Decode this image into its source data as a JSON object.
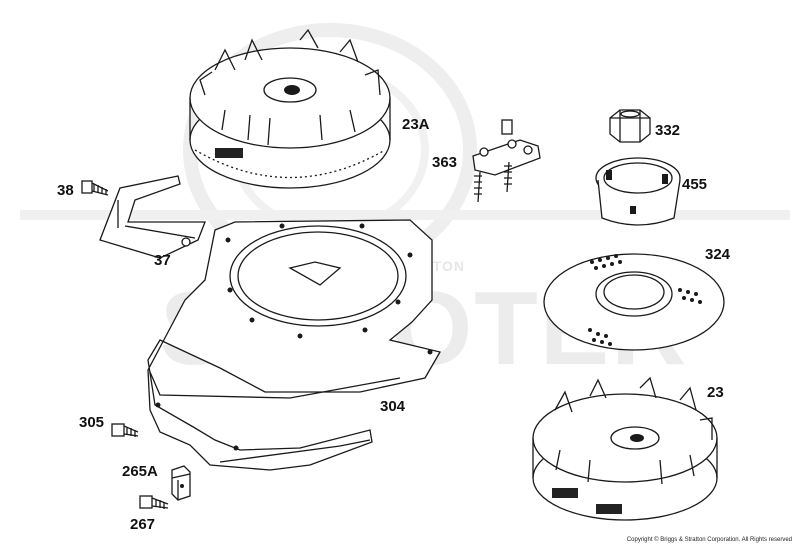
{
  "watermark": {
    "brand": "BRIGGS & STRATTON",
    "text": "SCOOTER"
  },
  "callouts": [
    {
      "id": "23A",
      "label": "23A"
    },
    {
      "id": "332",
      "label": "332"
    },
    {
      "id": "363",
      "label": "363"
    },
    {
      "id": "455",
      "label": "455"
    },
    {
      "id": "38",
      "label": "38"
    },
    {
      "id": "37",
      "label": "37"
    },
    {
      "id": "324",
      "label": "324"
    },
    {
      "id": "23",
      "label": "23"
    },
    {
      "id": "304",
      "label": "304"
    },
    {
      "id": "305",
      "label": "305"
    },
    {
      "id": "265A",
      "label": "265A"
    },
    {
      "id": "267",
      "label": "267"
    }
  ],
  "copyright": "Copyright © Briggs & Stratton Corporation. All Rights reserved"
}
